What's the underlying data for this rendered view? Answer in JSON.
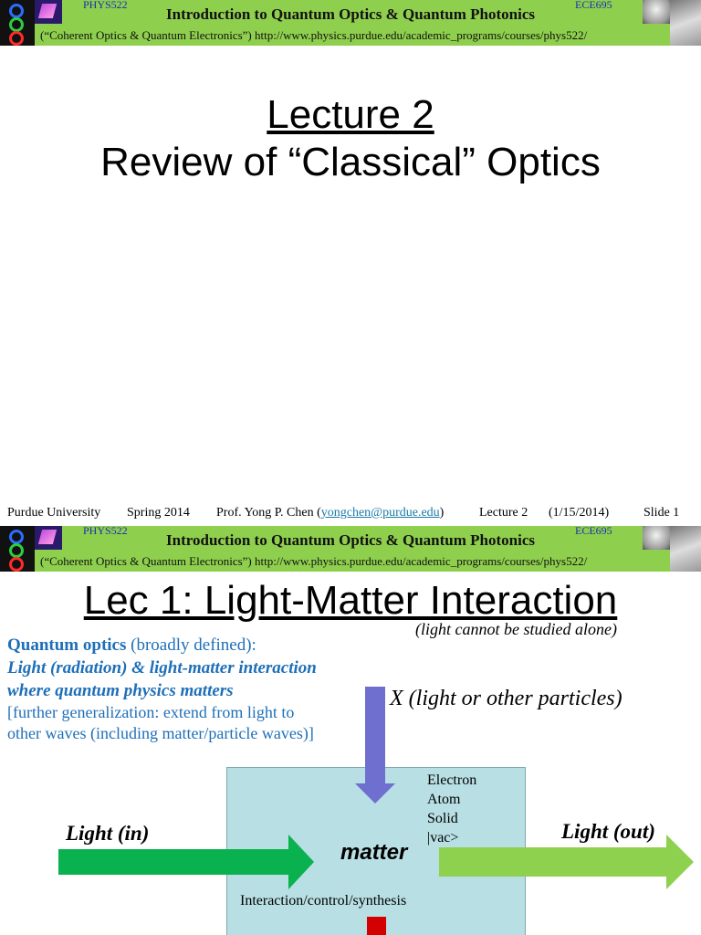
{
  "banner": {
    "course_left": "PHYS522",
    "course_right": "ECE695",
    "title": "Introduction to Quantum Optics & Quantum Photonics",
    "subtitle": "(“Coherent Optics & Quantum Electronics”) http://www.physics.purdue.edu/academic_programs/courses/phys522/"
  },
  "slide1": {
    "lecture_number": "Lecture 2",
    "lecture_title": "Review of “Classical” Optics",
    "footer": {
      "institution": "Purdue University",
      "term": "Spring 2014",
      "instructor_prefix": "Prof. Yong P. Chen (",
      "email": "yongchen@purdue.edu",
      "instructor_suffix": ")",
      "lecture": "Lecture 2",
      "date": "(1/15/2014)",
      "slide": "Slide 1"
    }
  },
  "slide2": {
    "heading": "Lec 1: Light-Matter Interaction",
    "note": "(light cannot be studied alone)",
    "qo_term": "Quantum optics",
    "qo_qualifier": " (broadly defined):",
    "qo_definition_line1": "Light (radiation) & light-matter interaction",
    "qo_definition_line2": "where quantum physics matters",
    "generalization_line1": "[further generalization: extend from light to",
    "generalization_line2": "other waves (including matter/particle waves)]",
    "x_label": "X (light or other particles)",
    "particles": [
      "Electron",
      "Atom",
      "Solid",
      "|vac>"
    ],
    "matter_label": "matter",
    "interaction_label": "Interaction/control/synthesis",
    "light_in": "Light (in)",
    "light_out": "Light (out)"
  },
  "colors": {
    "banner_bg": "#8fcf4e",
    "course_code": "#1a2fb0",
    "qo_text": "#1e6fb8",
    "matter_box": "#b8dfe3",
    "x_arrow": "#6f6fd0",
    "light_in_arrow": "#0ab14f",
    "light_out_arrow": "#8ed14e",
    "output_marker": "#d40000"
  }
}
